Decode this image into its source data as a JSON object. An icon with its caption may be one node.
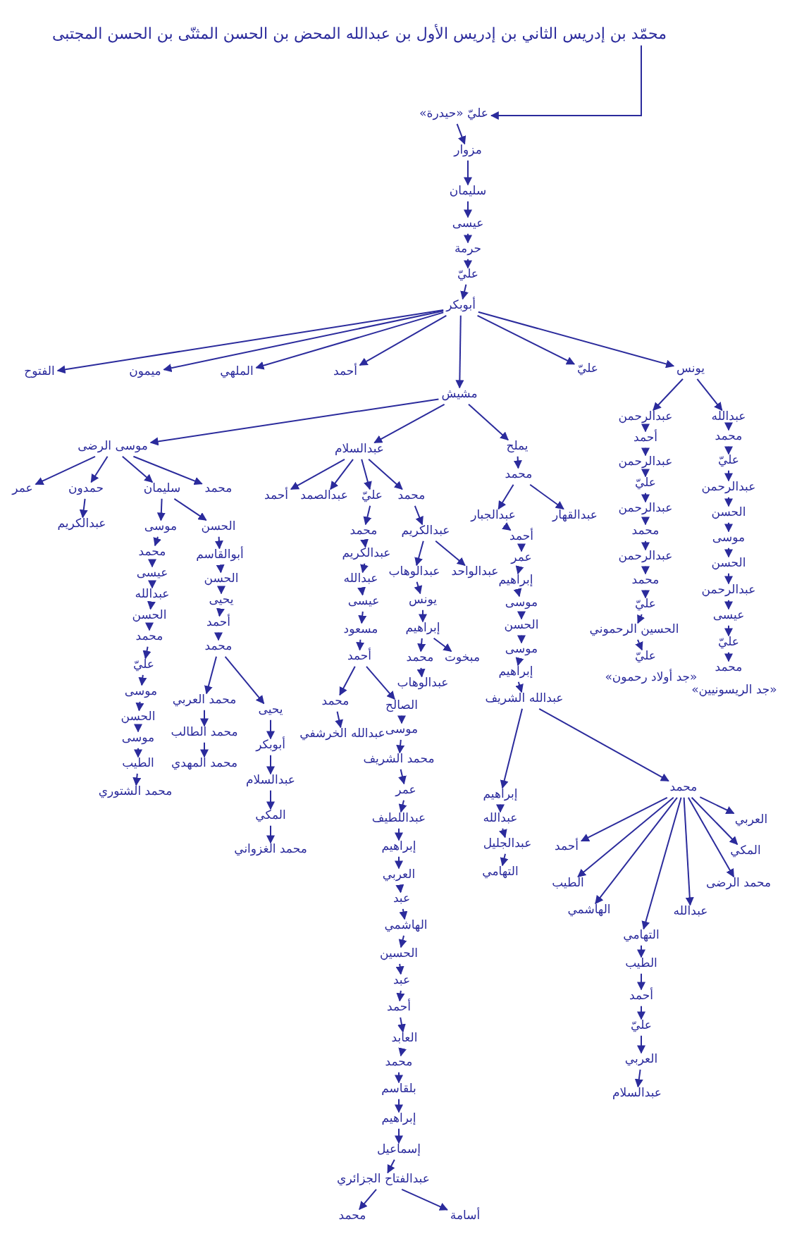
{
  "diagram": {
    "nodes": [
      {
        "text": [
          "محمّد بن إدريس الثاني بن إدريس الأول بن عبدالله المحض بن الحسن المثنّى بن الحسن المجتبى"
        ]
      },
      {
        "text": [
          "عليّ «حيدرة»"
        ]
      },
      {
        "text": [
          "مزوار"
        ]
      },
      {
        "text": [
          "سليمان"
        ]
      },
      {
        "text": [
          "عيسى"
        ]
      },
      {
        "text": [
          "حرمة"
        ]
      },
      {
        "text": [
          "عليّ"
        ]
      },
      {
        "text": [
          "أبوبكر"
        ]
      },
      {
        "text": [
          "الفتوح"
        ]
      },
      {
        "text": [
          "ميمون"
        ]
      },
      {
        "text": [
          "الملهي"
        ]
      },
      {
        "text": [
          "أحمد"
        ]
      },
      {
        "text": [
          "مشيش"
        ]
      },
      {
        "text": [
          "عليّ"
        ]
      },
      {
        "text": [
          "يونس"
        ]
      },
      {
        "text": [
          "موسى الرضى"
        ]
      },
      {
        "text": [
          "عبدالسلام"
        ]
      },
      {
        "text": [
          "يملح"
        ]
      },
      {
        "text": [
          "عمر"
        ]
      },
      {
        "text": [
          "حمدون"
        ]
      },
      {
        "text": [
          "سليمان"
        ]
      },
      {
        "text": [
          "محمد"
        ]
      },
      {
        "text": [
          "عبدالكريم"
        ]
      },
      {
        "text": [
          "موسى"
        ]
      },
      {
        "text": [
          "الحسن"
        ]
      },
      {
        "text": [
          "محمد"
        ]
      },
      {
        "text": [
          "عيسى"
        ]
      },
      {
        "text": [
          "عبدالله"
        ]
      },
      {
        "text": [
          "الحسن"
        ]
      },
      {
        "text": [
          "محمد"
        ]
      },
      {
        "text": [
          "عليّ"
        ]
      },
      {
        "text": [
          "موسى"
        ]
      },
      {
        "text": [
          "الحسن"
        ]
      },
      {
        "text": [
          "موسى"
        ]
      },
      {
        "text": [
          "الطيب"
        ]
      },
      {
        "text": [
          "محمد الشتوري"
        ]
      },
      {
        "text": [
          "أبوالقاسم"
        ]
      },
      {
        "text": [
          "الحسن"
        ]
      },
      {
        "text": [
          "يحيى"
        ]
      },
      {
        "text": [
          "أحمد"
        ]
      },
      {
        "text": [
          "محمد"
        ]
      },
      {
        "text": [
          "محمد العربي"
        ]
      },
      {
        "text": [
          "محمد الطالب"
        ]
      },
      {
        "text": [
          "محمد المهدي"
        ]
      },
      {
        "text": [
          "يحيى"
        ]
      },
      {
        "text": [
          "أبوبكر"
        ]
      },
      {
        "text": [
          "عبدالسلام"
        ]
      },
      {
        "text": [
          "المكي"
        ]
      },
      {
        "text": [
          "محمد الغزواني"
        ]
      },
      {
        "text": [
          "أحمد"
        ]
      },
      {
        "text": [
          "عبدالصمد"
        ]
      },
      {
        "text": [
          "عليّ"
        ]
      },
      {
        "text": [
          "محمد"
        ]
      },
      {
        "text": [
          "محمد"
        ]
      },
      {
        "text": [
          "عبدالكريم"
        ]
      },
      {
        "text": [
          "عبدالله"
        ]
      },
      {
        "text": [
          "عيسى"
        ]
      },
      {
        "text": [
          "مسعود"
        ]
      },
      {
        "text": [
          "أحمد"
        ]
      },
      {
        "text": [
          "محمد"
        ]
      },
      {
        "text": [
          "عبدالله الخرشفي"
        ]
      },
      {
        "text": [
          "عبدالكريم"
        ]
      },
      {
        "text": [
          "عبدالوهاب"
        ]
      },
      {
        "text": [
          "عبدالواحد"
        ]
      },
      {
        "text": [
          "يونس"
        ]
      },
      {
        "text": [
          "إبراهيم"
        ]
      },
      {
        "text": [
          "محمد"
        ]
      },
      {
        "text": [
          "مبخوت"
        ]
      },
      {
        "text": [
          "عبدالوهاب"
        ]
      },
      {
        "text": [
          "الصالح"
        ]
      },
      {
        "text": [
          "موسى"
        ]
      },
      {
        "text": [
          "محمد الشريف"
        ]
      },
      {
        "text": [
          "عمر"
        ]
      },
      {
        "text": [
          "عبداللطيف"
        ]
      },
      {
        "text": [
          "إبراهيم"
        ]
      },
      {
        "text": [
          "العربي"
        ]
      },
      {
        "text": [
          "عبد"
        ]
      },
      {
        "text": [
          "الهاشمي"
        ]
      },
      {
        "text": [
          "الحسين"
        ]
      },
      {
        "text": [
          "عبد"
        ]
      },
      {
        "text": [
          "أحمد"
        ]
      },
      {
        "text": [
          "العابد"
        ]
      },
      {
        "text": [
          "محمد"
        ]
      },
      {
        "text": [
          "بلقاسم"
        ]
      },
      {
        "text": [
          "إبراهيم"
        ]
      },
      {
        "text": [
          "إسماعيل"
        ]
      },
      {
        "text": [
          "عبدالفتاح الجزائري"
        ]
      },
      {
        "text": [
          "محمد"
        ]
      },
      {
        "text": [
          "أسامة"
        ]
      },
      {
        "text": [
          "محمد"
        ]
      },
      {
        "text": [
          "عبدالجبار"
        ]
      },
      {
        "text": [
          "عبدالقهار"
        ]
      },
      {
        "text": [
          "أحمد"
        ]
      },
      {
        "text": [
          "عمر"
        ]
      },
      {
        "text": [
          "إبراهيم"
        ]
      },
      {
        "text": [
          "موسى"
        ]
      },
      {
        "text": [
          "الحسن"
        ]
      },
      {
        "text": [
          "موسى"
        ]
      },
      {
        "text": [
          "إبراهيم"
        ]
      },
      {
        "text": [
          "عبدالله الشريف"
        ]
      },
      {
        "text": [
          "إبراهيم"
        ]
      },
      {
        "text": [
          "عبدالله"
        ]
      },
      {
        "text": [
          "عبدالجليل"
        ]
      },
      {
        "text": [
          "التهامي"
        ]
      },
      {
        "text": [
          "محمد"
        ]
      },
      {
        "text": [
          "أحمد"
        ]
      },
      {
        "text": [
          "الطيب"
        ]
      },
      {
        "text": [
          "الهاشمي"
        ]
      },
      {
        "text": [
          "التهامي"
        ]
      },
      {
        "text": [
          "عبدالله"
        ]
      },
      {
        "text": [
          "محمد الرضى"
        ]
      },
      {
        "text": [
          "المكي"
        ]
      },
      {
        "text": [
          "العربي"
        ]
      },
      {
        "text": [
          "الطيب"
        ]
      },
      {
        "text": [
          "أحمد"
        ]
      },
      {
        "text": [
          "عليّ"
        ]
      },
      {
        "text": [
          "العربي"
        ]
      },
      {
        "text": [
          "عبدالسلام"
        ]
      },
      {
        "text": [
          "عبدالرحمن"
        ]
      },
      {
        "text": [
          "أحمد"
        ]
      },
      {
        "text": [
          "عبدالرحمن"
        ]
      },
      {
        "text": [
          "عليّ"
        ]
      },
      {
        "text": [
          "عبدالرحمن"
        ]
      },
      {
        "text": [
          "محمد"
        ]
      },
      {
        "text": [
          "عبدالرحمن"
        ]
      },
      {
        "text": [
          "محمد"
        ]
      },
      {
        "text": [
          "عليّ"
        ]
      },
      {
        "text": [
          "الحسين الرحموني"
        ]
      },
      {
        "text": [
          "عليّ"
        ],
        "beside": [
          "«جد أولاد رحمون»"
        ]
      },
      {
        "text": [
          "عبدالله"
        ]
      },
      {
        "text": [
          "محمد"
        ]
      },
      {
        "text": [
          "عليّ"
        ]
      },
      {
        "text": [
          "عبدالرحمن"
        ]
      },
      {
        "text": [
          "الحسن"
        ]
      },
      {
        "text": [
          "موسى"
        ]
      },
      {
        "text": [
          "الحسن"
        ]
      },
      {
        "text": [
          "عبدالرحمن"
        ]
      },
      {
        "text": [
          "عيسى"
        ]
      },
      {
        "text": [
          "عليّ"
        ]
      },
      {
        "text": [
          "محمد"
        ],
        "beside": [
          "«جد الريسونيين»"
        ]
      }
    ],
    "edges": [
      {
        "from": 0,
        "to": 1,
        "arrow": "to"
      },
      {
        "from": 1,
        "to": 2,
        "arrow": "to"
      },
      {
        "from": 2,
        "to": 3,
        "arrow": "to"
      },
      {
        "from": 3,
        "to": 4,
        "arrow": "to"
      },
      {
        "from": 4,
        "to": 5,
        "arrow": "to"
      },
      {
        "from": 5,
        "to": 6,
        "arrow": "to"
      },
      {
        "from": 6,
        "to": 7,
        "arrow": "to"
      },
      {
        "from": 7,
        "to": 8,
        "arrow": "to"
      },
      {
        "from": 7,
        "to": 9,
        "arrow": "to"
      },
      {
        "from": 7,
        "to": 10,
        "arrow": "to"
      },
      {
        "from": 7,
        "to": 11,
        "arrow": "to"
      },
      {
        "from": 7,
        "to": 12,
        "arrow": "to"
      },
      {
        "from": 7,
        "to": 13,
        "arrow": "to"
      },
      {
        "from": 7,
        "to": 14,
        "arrow": "to"
      },
      {
        "from": 12,
        "to": 15,
        "arrow": "to"
      },
      {
        "from": 12,
        "to": 16,
        "arrow": "to"
      },
      {
        "from": 12,
        "to": 17,
        "arrow": "to"
      },
      {
        "from": 15,
        "to": 18,
        "arrow": "to"
      },
      {
        "from": 15,
        "to": 19,
        "arrow": "to"
      },
      {
        "from": 15,
        "to": 20,
        "arrow": "to"
      },
      {
        "from": 15,
        "to": 21,
        "arrow": "to"
      },
      {
        "from": 19,
        "to": 22,
        "arrow": "to"
      },
      {
        "from": 20,
        "to": 23,
        "arrow": "to"
      },
      {
        "from": 20,
        "to": 24,
        "arrow": "to"
      },
      {
        "from": 23,
        "to": 25,
        "arrow": "to"
      },
      {
        "from": 25,
        "to": 26,
        "arrow": "to"
      },
      {
        "from": 26,
        "to": 27,
        "arrow": "to"
      },
      {
        "from": 27,
        "to": 28,
        "arrow": "to"
      },
      {
        "from": 28,
        "to": 29,
        "arrow": "to"
      },
      {
        "from": 29,
        "to": 30,
        "arrow": "to"
      },
      {
        "from": 30,
        "to": 31,
        "arrow": "to"
      },
      {
        "from": 31,
        "to": 32,
        "arrow": "to"
      },
      {
        "from": 32,
        "to": 33,
        "arrow": "to"
      },
      {
        "from": 33,
        "to": 34,
        "arrow": "to"
      },
      {
        "from": 34,
        "to": 35,
        "arrow": "to"
      },
      {
        "from": 24,
        "to": 36,
        "arrow": "to"
      },
      {
        "from": 36,
        "to": 37,
        "arrow": "to"
      },
      {
        "from": 37,
        "to": 38,
        "arrow": "to"
      },
      {
        "from": 38,
        "to": 39,
        "arrow": "to"
      },
      {
        "from": 39,
        "to": 40,
        "arrow": "to"
      },
      {
        "from": 40,
        "to": 41,
        "arrow": "to"
      },
      {
        "from": 40,
        "to": 44,
        "arrow": "to"
      },
      {
        "from": 41,
        "to": 42,
        "arrow": "to"
      },
      {
        "from": 42,
        "to": 43,
        "arrow": "to"
      },
      {
        "from": 44,
        "to": 45,
        "arrow": "to"
      },
      {
        "from": 45,
        "to": 46,
        "arrow": "to"
      },
      {
        "from": 46,
        "to": 47,
        "arrow": "to"
      },
      {
        "from": 47,
        "to": 48,
        "arrow": "to"
      },
      {
        "from": 16,
        "to": 49,
        "arrow": "to"
      },
      {
        "from": 16,
        "to": 50,
        "arrow": "to"
      },
      {
        "from": 16,
        "to": 51,
        "arrow": "to"
      },
      {
        "from": 16,
        "to": 52,
        "arrow": "to"
      },
      {
        "from": 51,
        "to": 53,
        "arrow": "to"
      },
      {
        "from": 53,
        "to": 54,
        "arrow": "to"
      },
      {
        "from": 54,
        "to": 55,
        "arrow": "to"
      },
      {
        "from": 55,
        "to": 56,
        "arrow": "to"
      },
      {
        "from": 56,
        "to": 57,
        "arrow": "to"
      },
      {
        "from": 57,
        "to": 58,
        "arrow": "to"
      },
      {
        "from": 58,
        "to": 59,
        "arrow": "to"
      },
      {
        "from": 58,
        "to": 69,
        "arrow": "to"
      },
      {
        "from": 59,
        "to": 60,
        "arrow": "to"
      },
      {
        "from": 52,
        "to": 61,
        "arrow": "to"
      },
      {
        "from": 61,
        "to": 62,
        "arrow": "to"
      },
      {
        "from": 61,
        "to": 63,
        "arrow": "to"
      },
      {
        "from": 62,
        "to": 64,
        "arrow": "to"
      },
      {
        "from": 64,
        "to": 65,
        "arrow": "to"
      },
      {
        "from": 65,
        "to": 66,
        "arrow": "to"
      },
      {
        "from": 65,
        "to": 67,
        "arrow": "to"
      },
      {
        "from": 66,
        "to": 68,
        "arrow": "to"
      },
      {
        "from": 69,
        "to": 70,
        "arrow": "to"
      },
      {
        "from": 70,
        "to": 71,
        "arrow": "to"
      },
      {
        "from": 71,
        "to": 72,
        "arrow": "to"
      },
      {
        "from": 72,
        "to": 73,
        "arrow": "to"
      },
      {
        "from": 73,
        "to": 74,
        "arrow": "to"
      },
      {
        "from": 74,
        "to": 75,
        "arrow": "to"
      },
      {
        "from": 75,
        "to": 76,
        "arrow": "to"
      },
      {
        "from": 76,
        "to": 77,
        "arrow": "to"
      },
      {
        "from": 77,
        "to": 78,
        "arrow": "to"
      },
      {
        "from": 78,
        "to": 79,
        "arrow": "to"
      },
      {
        "from": 79,
        "to": 80,
        "arrow": "to"
      },
      {
        "from": 80,
        "to": 81,
        "arrow": "to"
      },
      {
        "from": 81,
        "to": 82,
        "arrow": "to"
      },
      {
        "from": 82,
        "to": 83,
        "arrow": "to"
      },
      {
        "from": 83,
        "to": 84,
        "arrow": "to"
      },
      {
        "from": 84,
        "to": 85,
        "arrow": "to"
      },
      {
        "from": 85,
        "to": 86,
        "arrow": "to"
      },
      {
        "from": 86,
        "to": 87,
        "arrow": "to"
      },
      {
        "from": 86,
        "to": 88,
        "arrow": "to"
      },
      {
        "from": 17,
        "to": 89,
        "arrow": "to"
      },
      {
        "from": 89,
        "to": 90,
        "arrow": "to"
      },
      {
        "from": 89,
        "to": 91,
        "arrow": "to"
      },
      {
        "from": 90,
        "to": 92,
        "arrow": "to"
      },
      {
        "from": 92,
        "to": 93,
        "arrow": "to"
      },
      {
        "from": 93,
        "to": 94,
        "arrow": "to"
      },
      {
        "from": 94,
        "to": 95,
        "arrow": "to"
      },
      {
        "from": 95,
        "to": 96,
        "arrow": "to"
      },
      {
        "from": 96,
        "to": 97,
        "arrow": "to"
      },
      {
        "from": 97,
        "to": 98,
        "arrow": "to"
      },
      {
        "from": 98,
        "to": 99,
        "arrow": "to"
      },
      {
        "from": 99,
        "to": 100,
        "arrow": "to"
      },
      {
        "from": 99,
        "to": 104,
        "arrow": "to"
      },
      {
        "from": 100,
        "to": 101,
        "arrow": "to"
      },
      {
        "from": 101,
        "to": 102,
        "arrow": "to"
      },
      {
        "from": 102,
        "to": 103,
        "arrow": "to"
      },
      {
        "from": 104,
        "to": 105,
        "arrow": "to"
      },
      {
        "from": 104,
        "to": 106,
        "arrow": "to"
      },
      {
        "from": 104,
        "to": 107,
        "arrow": "to"
      },
      {
        "from": 104,
        "to": 108,
        "arrow": "to"
      },
      {
        "from": 104,
        "to": 109,
        "arrow": "to"
      },
      {
        "from": 104,
        "to": 110,
        "arrow": "to"
      },
      {
        "from": 104,
        "to": 111,
        "arrow": "to"
      },
      {
        "from": 104,
        "to": 112,
        "arrow": "to"
      },
      {
        "from": 108,
        "to": 113,
        "arrow": "to"
      },
      {
        "from": 113,
        "to": 114,
        "arrow": "to"
      },
      {
        "from": 114,
        "to": 115,
        "arrow": "to"
      },
      {
        "from": 115,
        "to": 116,
        "arrow": "to"
      },
      {
        "from": 116,
        "to": 117,
        "arrow": "to"
      },
      {
        "from": 14,
        "to": 118,
        "arrow": "to"
      },
      {
        "from": 14,
        "to": 129,
        "arrow": "to"
      },
      {
        "from": 118,
        "to": 119,
        "arrow": "to"
      },
      {
        "from": 119,
        "to": 120,
        "arrow": "to"
      },
      {
        "from": 120,
        "to": 121,
        "arrow": "to"
      },
      {
        "from": 121,
        "to": 122,
        "arrow": "to"
      },
      {
        "from": 122,
        "to": 123,
        "arrow": "to"
      },
      {
        "from": 123,
        "to": 124,
        "arrow": "to"
      },
      {
        "from": 124,
        "to": 125,
        "arrow": "to"
      },
      {
        "from": 125,
        "to": 126,
        "arrow": "to"
      },
      {
        "from": 126,
        "to": 127,
        "arrow": "to"
      },
      {
        "from": 127,
        "to": 128,
        "arrow": "to"
      },
      {
        "from": 129,
        "to": 130,
        "arrow": "to"
      },
      {
        "from": 130,
        "to": 131,
        "arrow": "to"
      },
      {
        "from": 131,
        "to": 132,
        "arrow": "to"
      },
      {
        "from": 132,
        "to": 133,
        "arrow": "to"
      },
      {
        "from": 133,
        "to": 134,
        "arrow": "to"
      },
      {
        "from": 134,
        "to": 135,
        "arrow": "to"
      },
      {
        "from": 135,
        "to": 136,
        "arrow": "to"
      },
      {
        "from": 136,
        "to": 137,
        "arrow": "to"
      },
      {
        "from": 137,
        "to": 138,
        "arrow": "to"
      },
      {
        "from": 138,
        "to": 139,
        "arrow": "to"
      }
    ]
  }
}
